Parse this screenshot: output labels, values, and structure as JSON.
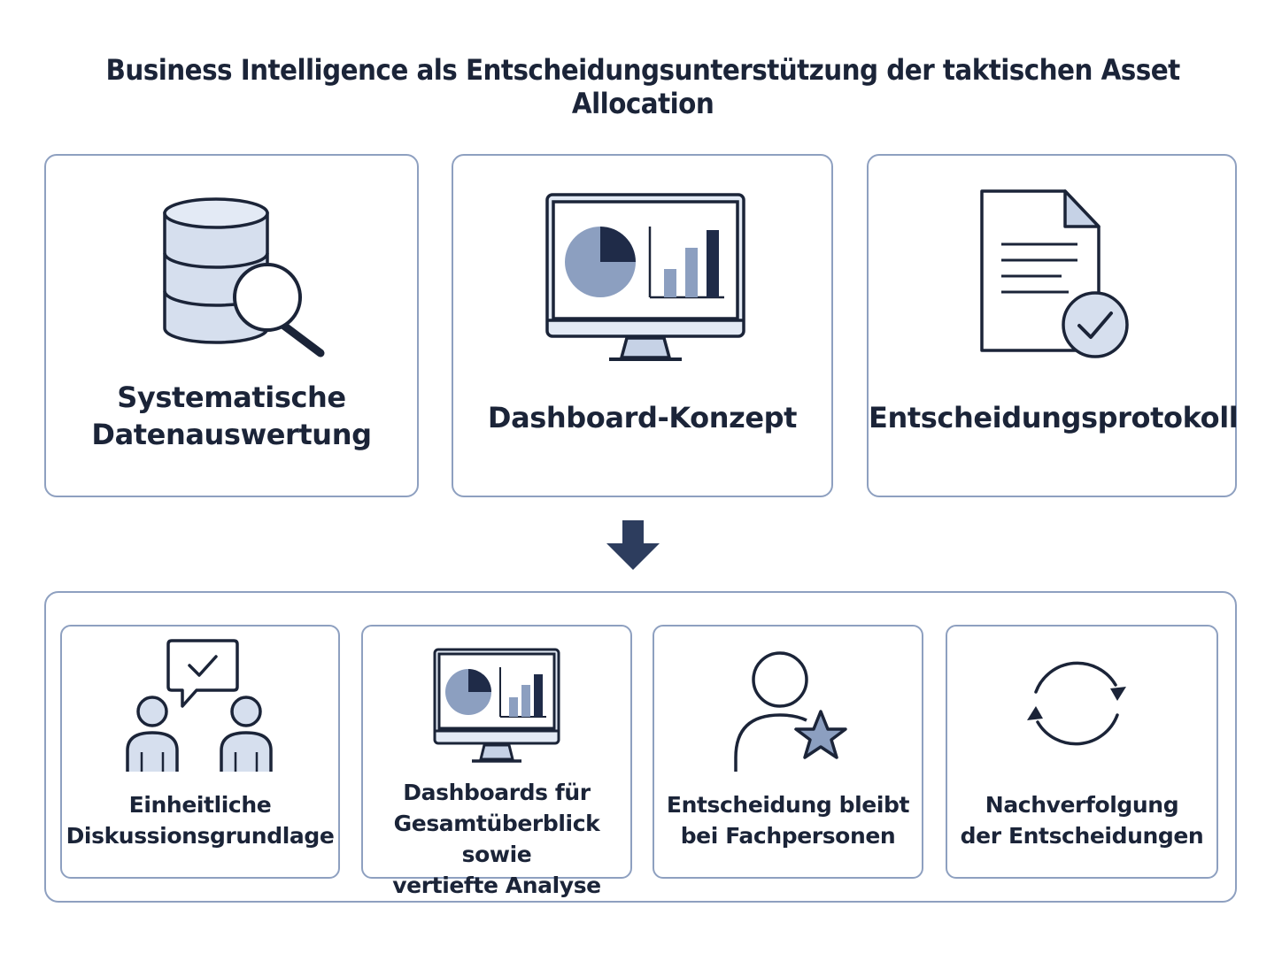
{
  "title": "Business Intelligence als Entscheidungsunterstützung der taktischen Asset Allocation",
  "colors": {
    "stroke": "#1b2438",
    "fill_light": "#d6dfee",
    "fill_mid": "#8c9fc0",
    "fill_dark": "#1f2b48",
    "border": "#8ea0c0"
  },
  "top_cards": [
    {
      "label": "Systematische\nDatenauswertung",
      "icon": "database-search-icon"
    },
    {
      "label": "Dashboard-Konzept",
      "icon": "monitor-dashboard-icon"
    },
    {
      "label": "Entscheidungsprotokoll",
      "icon": "document-check-icon"
    }
  ],
  "connector_icon": "arrow-down-icon",
  "bottom_cards": [
    {
      "label": "Einheitliche\nDiskussionsgrundlage",
      "icon": "people-discussion-icon"
    },
    {
      "label": "Dashboards für\nGesamtüberblick sowie\nvertiefte Analyse",
      "icon": "monitor-dashboard-icon"
    },
    {
      "label": "Entscheidung bleibt\nbei Fachpersonen",
      "icon": "expert-person-star-icon"
    },
    {
      "label": "Nachverfolgung\nder Entscheidungen",
      "icon": "refresh-cycle-icon"
    }
  ]
}
